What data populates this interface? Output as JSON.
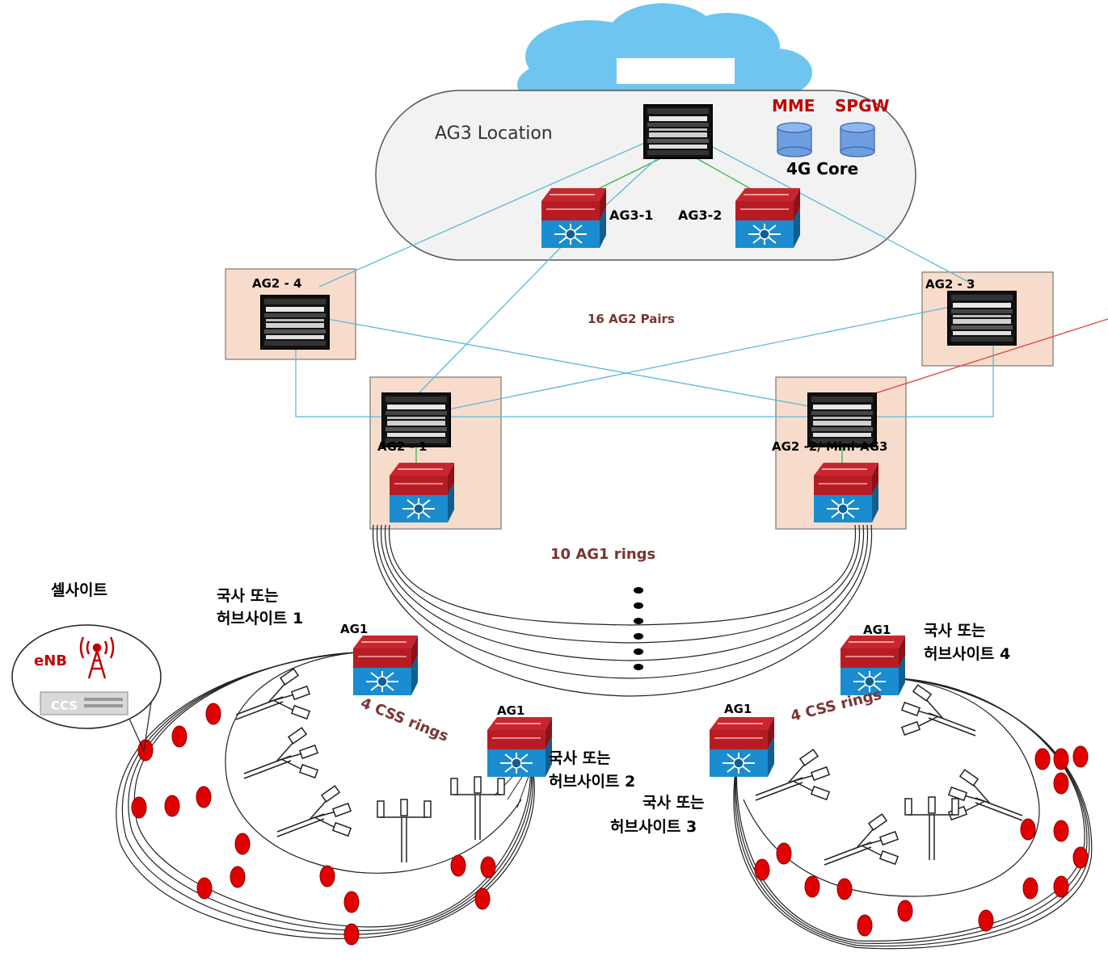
{
  "colors": {
    "cloud": "#6ec6f0",
    "oval_fill": "#f2f2f2",
    "box_fill": "#f7dccb",
    "link_cyan": "#5fb8d8",
    "link_green": "#39b54a",
    "link_red": "#e04040",
    "node_red": "#e00000",
    "label_red": "#c00000",
    "label_brown": "#7a3434",
    "db_blue": "#6f9ee0"
  },
  "labels": {
    "ag3_location": "AG3 Location",
    "mme": "MME",
    "spgw": "SPGW",
    "core_4g": "4G Core",
    "ag3_1": "AG3-1",
    "ag3_2": "AG3-2",
    "ag2_4": "AG2 - 4",
    "ag2_3": "AG2 - 3",
    "ag2_pairs": "16 AG2 Pairs",
    "ag2_1": "AG2 - 1",
    "ag2_2": "AG2 -2/ Mini-AG3",
    "ag1_rings": "10 AG1 rings",
    "cell_site": "셀사이트",
    "enb": "eNB",
    "ccs": "CCS",
    "ag1": "AG1",
    "css_rings_left": "4 CSS rings",
    "css_rings_right": "4 CSS rings",
    "hub1_line1": "국사 또는",
    "hub1_line2": "허브사이트 1",
    "hub2_line1": "국사 또는",
    "hub2_line2": "허브사이트 2",
    "hub3_line1": "국사 또는",
    "hub3_line2": "허브사이트 3",
    "hub4_line1": "국사 또는",
    "hub4_line2": "허브사이트 4"
  }
}
